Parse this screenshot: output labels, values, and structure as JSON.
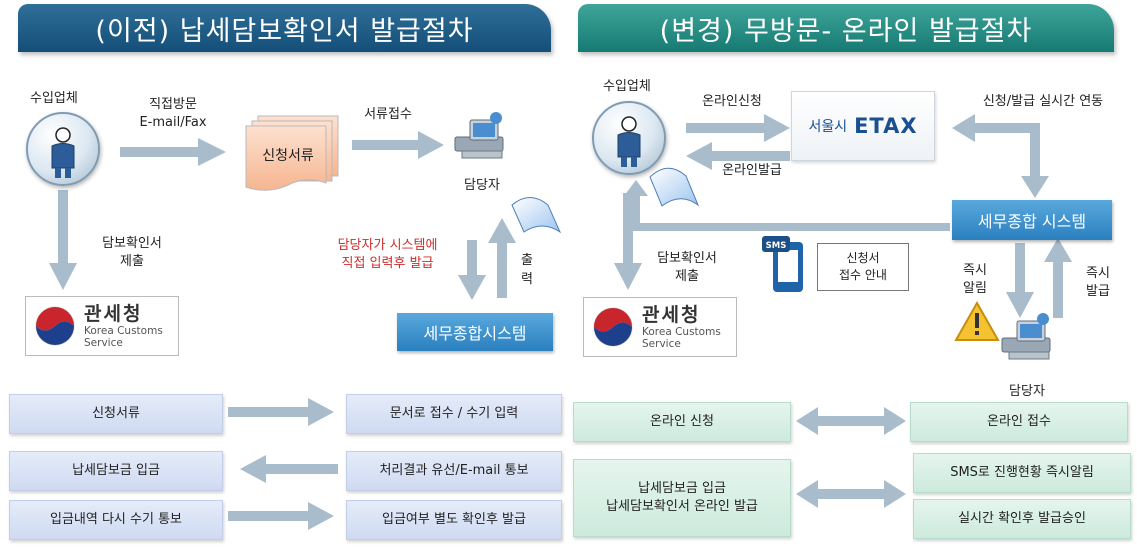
{
  "banners": {
    "left": "(이전) 납세담보확인서 발급절차",
    "right": "(변경) 무방문- 온라인 발급절차"
  },
  "left_flow": {
    "importer": "수입업체",
    "direct_visit": "직접방문",
    "email_fax": "E-mail/Fax",
    "application_docs": "신청서류",
    "doc_receipt": "서류접수",
    "officer": "담당자",
    "submit_line1": "담보확인서",
    "submit_line2": "제출",
    "manual_line1": "담당자가 시스템에",
    "manual_line2": "직접 입력후 발급",
    "print_line1": "출",
    "print_line2": "력",
    "system": "세무종합시스템",
    "customs_kr": "관세청",
    "customs_en1": "Korea Customs",
    "customs_en2": "Service"
  },
  "right_flow": {
    "importer": "수입업체",
    "online_apply": "온라인신청",
    "online_issue": "온라인발급",
    "etax_city": "서울시",
    "etax_brand": "ETAX",
    "realtime_link": "신청/발급  실시간 연동",
    "system": "세무종합 시스템",
    "submit_line1": "담보확인서",
    "submit_line2": "제출",
    "sms_badge": "SMS",
    "sms_note_line1": "신청서",
    "sms_note_line2": "접수 안내",
    "instant_notice_line1": "즉시",
    "instant_notice_line2": "알림",
    "instant_issue_line1": "즉시",
    "instant_issue_line2": "발급",
    "officer": "담당자",
    "customs_kr": "관세청",
    "customs_en1": "Korea Customs",
    "customs_en2": "Service"
  },
  "left_steps": {
    "r1_left": "신청서류",
    "r1_right": "문서로 접수 / 수기 입력",
    "r2_left": "납세담보금 입금",
    "r2_right": "처리결과 유선/E-mail 통보",
    "r3_left": "입금내역 다시 수기 통보",
    "r3_right": "입금여부 별도 확인후 발급"
  },
  "right_steps": {
    "r1_left": "온라인 신청",
    "r1_right": "온라인 접수",
    "r2_left_line1": "납세담보금 입금",
    "r2_left_line2": "납세담보확인서  온라인 발급",
    "r2_right_a": "SMS로 진행현황  즉시알림",
    "r2_right_b": "실시간 확인후 발급승인"
  },
  "colors": {
    "left_banner": "#1f5f8a",
    "right_banner": "#2a9087",
    "arrow": "#a8bccb",
    "system_box": "#3b8fcc",
    "red_note": "#d22a2a",
    "blue_box": "#d7e1f5",
    "green_box": "#d6eee3"
  }
}
